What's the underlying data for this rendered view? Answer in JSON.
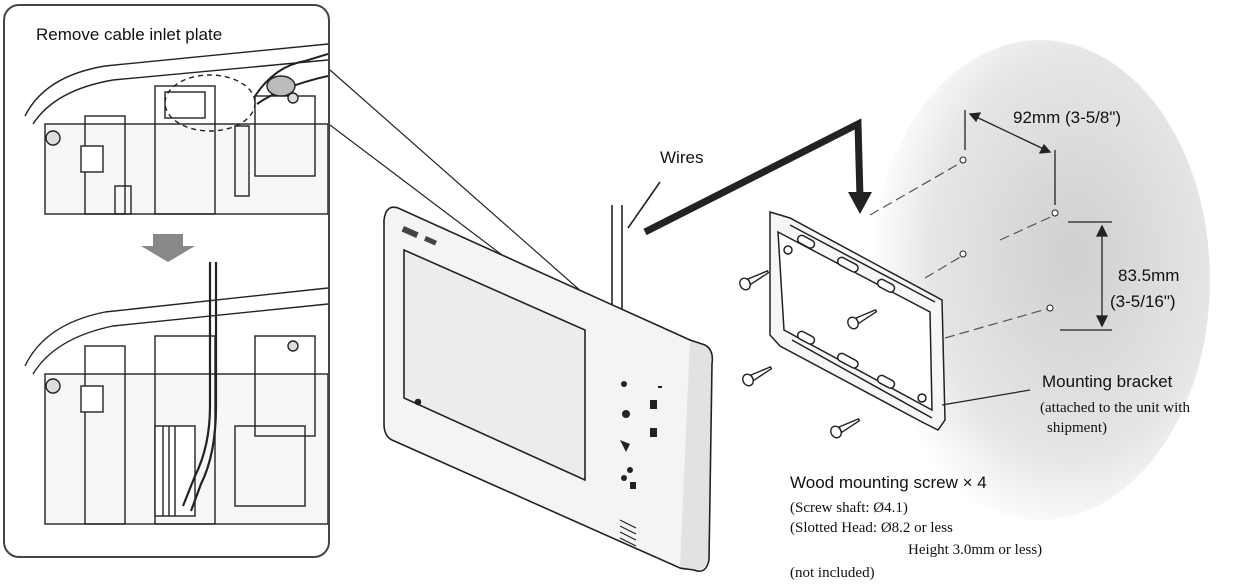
{
  "labels": {
    "remove_plate": "Remove cable inlet plate",
    "wires": "Wires",
    "width_dim": "92mm (3-5/8\")",
    "height_dim_1": "83.5mm",
    "height_dim_2": "(3-5/16\")",
    "bracket_title": "Mounting bracket",
    "bracket_note_1": "(attached to the unit with",
    "bracket_note_2": "shipment)",
    "screw_title": "Wood mounting screw × 4",
    "screw_shaft": "(Screw shaft: Ø4.1)",
    "screw_head_1": "(Slotted Head: Ø8.2 or less",
    "screw_head_2": "Height 3.0mm or less)",
    "not_included": "(not included)"
  },
  "colors": {
    "line": "#222222",
    "wall_shadow": "#d4d4d4",
    "device_face": "#f4f4f4",
    "screen": "#ececec",
    "arrow_fill": "#888888"
  }
}
